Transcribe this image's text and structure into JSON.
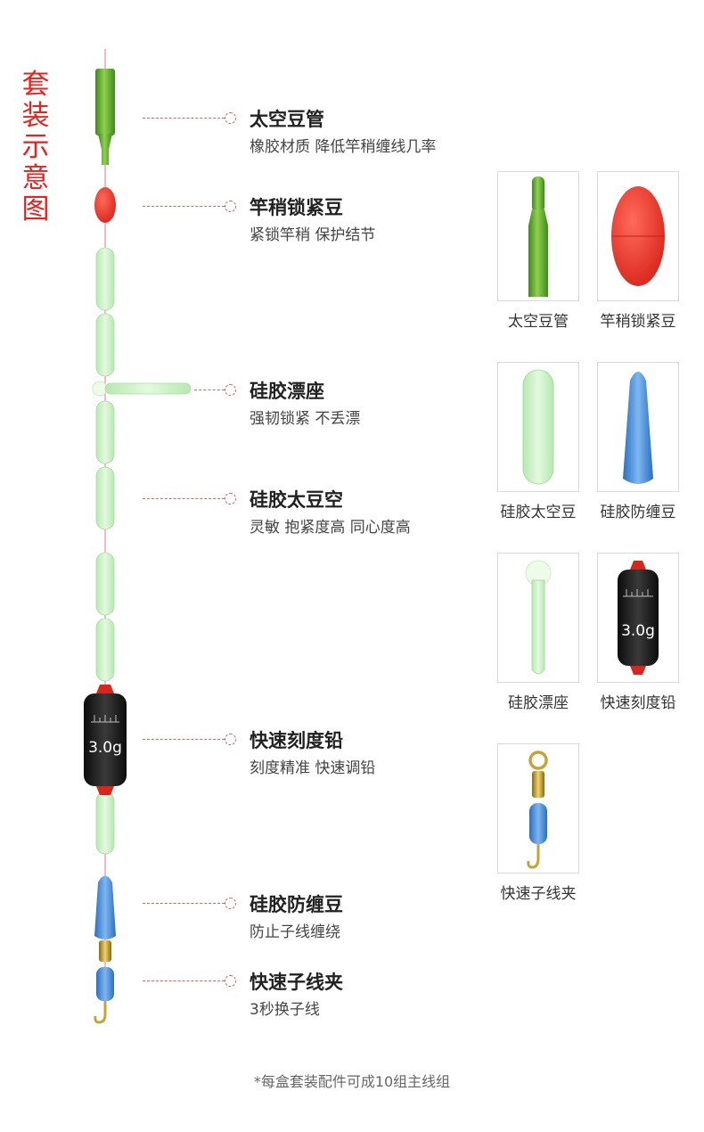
{
  "side_title": "套装示意图",
  "callouts": [
    {
      "title": "太空豆管",
      "subtitle": "橡胶材质 降低竿稍缠线几率"
    },
    {
      "title": "竿稍锁紧豆",
      "subtitle": "紧锁竿稍 保护结节"
    },
    {
      "title": "硅胶漂座",
      "subtitle": "强韧锁紧 不丢漂"
    },
    {
      "title": "硅胶太豆空",
      "subtitle": "灵敏 抱紧度高 同心度高"
    },
    {
      "title": "快速刻度铅",
      "subtitle": "刻度精准 快速调铅"
    },
    {
      "title": "硅胶防缠豆",
      "subtitle": "防止子线缠绕"
    },
    {
      "title": "快速子线夹",
      "subtitle": "3秒换子线"
    }
  ],
  "cards": [
    {
      "caption": "太空豆管",
      "icon": "green-tube-icon"
    },
    {
      "caption": "竿稍锁紧豆",
      "icon": "red-bead-icon"
    },
    {
      "caption": "硅胶太空豆",
      "icon": "glow-bead-icon"
    },
    {
      "caption": "硅胶防缠豆",
      "icon": "blue-bead-icon"
    },
    {
      "caption": "硅胶漂座",
      "icon": "float-seat-icon"
    },
    {
      "caption": "快速刻度铅",
      "icon": "sinker-icon"
    },
    {
      "caption": "快速子线夹",
      "icon": "swivel-icon"
    }
  ],
  "sinker_label": "3.0g",
  "footnote": "*每盒套装配件可成10组主线组",
  "colors": {
    "accent_red": "#e8231d",
    "tube_green": "#5aa52a",
    "glow_green": "#c9f0c4",
    "bead_blue": "#3f86d6",
    "sinker_black": "#1a1a1a",
    "line_pink": "#f5a0b0"
  }
}
